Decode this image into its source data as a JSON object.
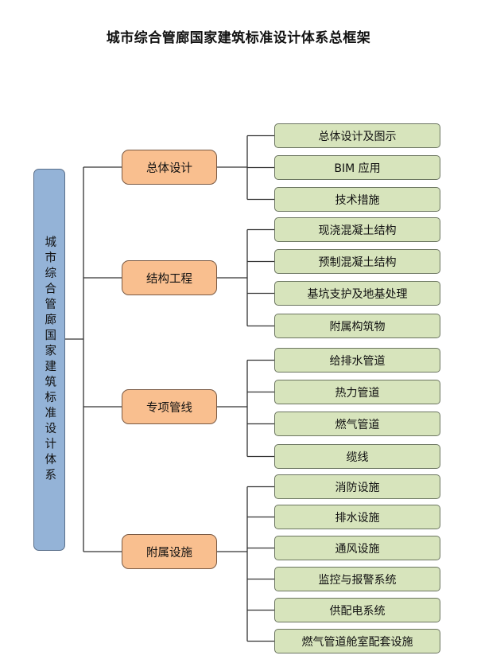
{
  "title": "城市综合管廊国家建筑标准设计体系总框架",
  "root": {
    "label": "城市综合管廊国家建筑标准设计体系",
    "color": "#94b3d7"
  },
  "colors": {
    "mid": "#f9bf8f",
    "leaf": "#d7e4bc",
    "line": "#333333"
  },
  "categories": [
    {
      "label": "总体设计",
      "items": [
        "总体设计及图示",
        "BIM 应用",
        "技术措施"
      ]
    },
    {
      "label": "结构工程",
      "items": [
        "现浇混凝土结构",
        "预制混凝土结构",
        "基坑支护及地基处理",
        "附属构筑物"
      ]
    },
    {
      "label": "专项管线",
      "items": [
        "给排水管道",
        "热力管道",
        "燃气管道",
        "缆线"
      ]
    },
    {
      "label": "附属设施",
      "items": [
        "消防设施",
        "排水设施",
        "通风设施",
        "监控与报警系统",
        "供配电系统",
        "燃气管道舱室配套设施"
      ]
    }
  ]
}
